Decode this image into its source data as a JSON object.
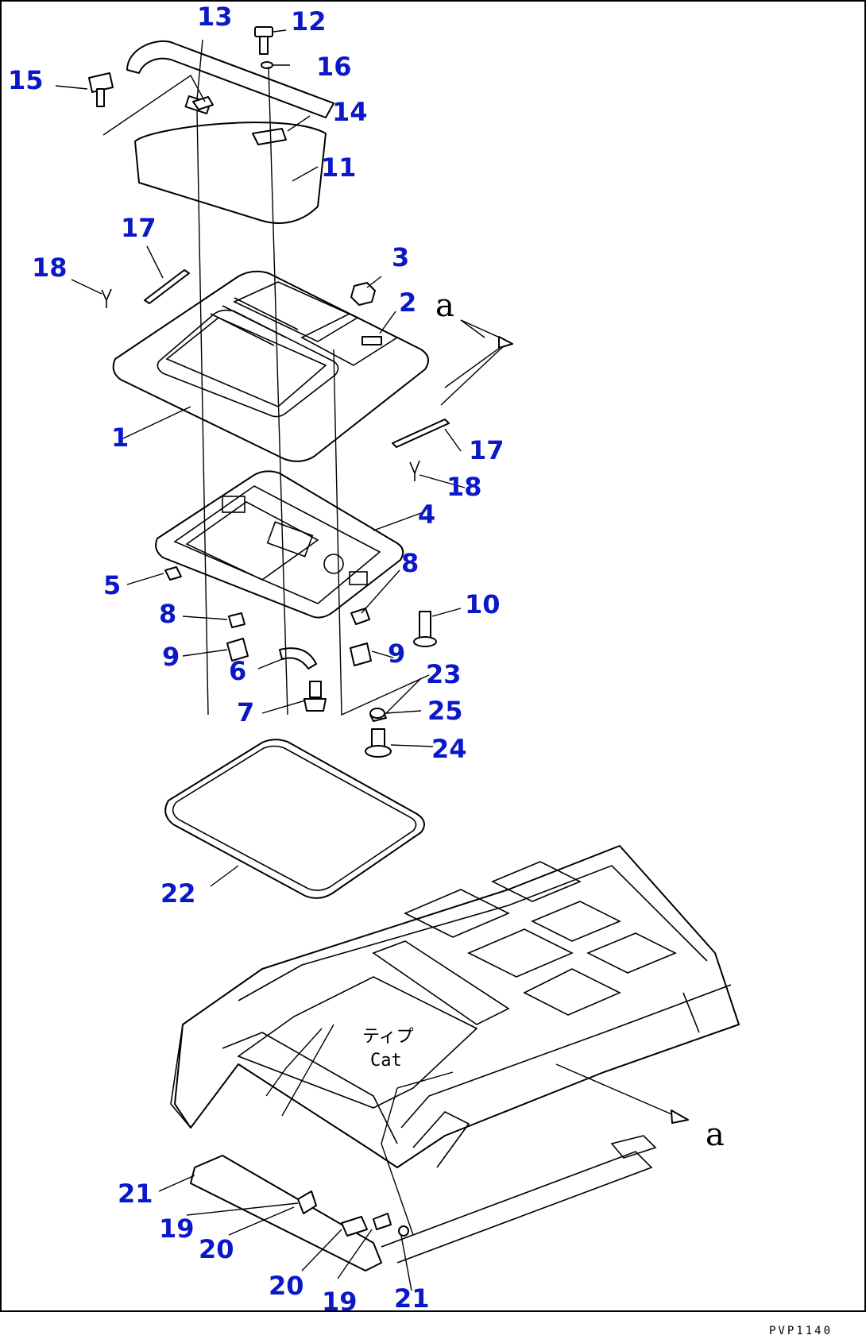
{
  "diagram": {
    "callouts": [
      "1",
      "2",
      "3",
      "4",
      "5",
      "6",
      "7",
      "8",
      "9",
      "10",
      "11",
      "12",
      "13",
      "14",
      "15",
      "16",
      "17",
      "18",
      "19",
      "20",
      "21",
      "22",
      "23",
      "24",
      "25"
    ],
    "callout_color": "#0a18c8",
    "note_japanese": "ティプ",
    "note_cat": "Cat",
    "view_mark": "a",
    "drawing_code": "PVP1140"
  }
}
